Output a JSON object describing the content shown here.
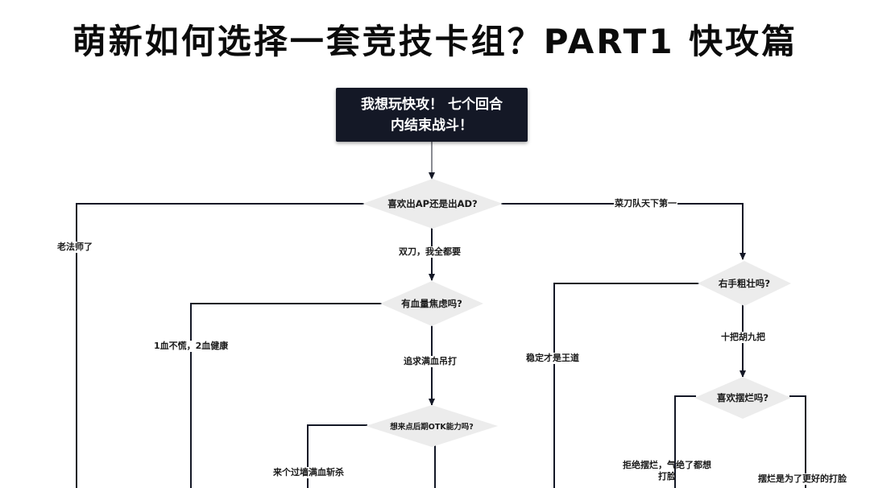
{
  "title": "萌新如何选择一套竞技卡组？PART1 快攻篇",
  "start_node": "我想玩快攻！ 七个回合\n内结束战斗！",
  "decisions": {
    "ap_ad": "喜欢出AP还是出AD?",
    "hp_anxiety": "有血量焦虑吗?",
    "otk": "想来点后期OTK能力吗?",
    "right_hand": "右手粗壮吗?",
    "give_up": "喜欢摆烂吗?"
  },
  "edge_labels": {
    "old_mage": "老法师了",
    "dual_blade": "双刀，我全都要",
    "kitchen_knife": "菜刀队天下第一",
    "hp_fine": "1血不慌，2血健康",
    "full_hp": "追求满血吊打",
    "stable": "稳定才是王道",
    "ten_rolls": "十把胡九把",
    "wall_kill": "来个过墙满血斩杀",
    "refuse_giveup": "拒绝摆烂，气绝了都想\n打脸",
    "giveup_better": "摆烂是为了更好的打脸"
  },
  "colors": {
    "start_bg": "#141826",
    "line": "#141826",
    "diamond": "#ececec"
  }
}
